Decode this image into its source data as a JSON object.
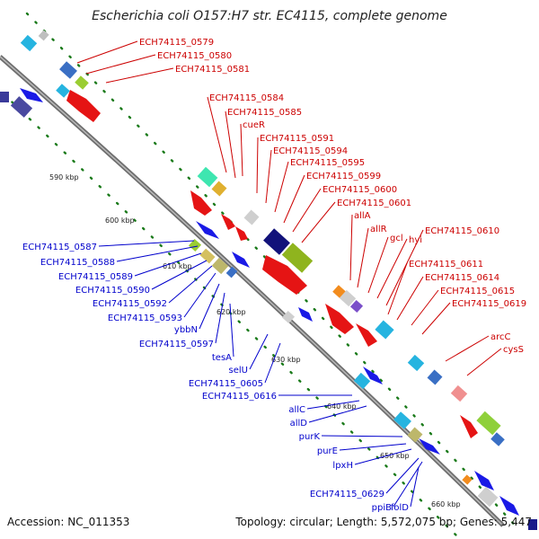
{
  "title": "Escherichia coli O157:H7 str. EC4115, complete genome",
  "footer": {
    "accession": "Accession: NC_011353",
    "topology": "Topology: circular; Length: 5,572,075 bp; Genes: 5,447"
  },
  "colors": {
    "forward_label": "#cc0000",
    "reverse_label": "#0000cc",
    "backbone": "#808080",
    "tick": "#1a7a1a"
  },
  "scale_marks": [
    "590 kbp",
    "600 kbp",
    "610 kbp",
    "620 kbp",
    "630 kbp",
    "640 kbp",
    "650 kbp",
    "660 kbp"
  ],
  "forward_genes": [
    "ECH74115_0579",
    "ECH74115_0580",
    "ECH74115_0581",
    "ECH74115_0584",
    "ECH74115_0585",
    "cueR",
    "ECH74115_0591",
    "ECH74115_0594",
    "ECH74115_0595",
    "ECH74115_0599",
    "ECH74115_0600",
    "ECH74115_0601",
    "allA",
    "allR",
    "gcl",
    "hyi",
    "ECH74115_0610",
    "ECH74115_0611",
    "ECH74115_0614",
    "ECH74115_0615",
    "ECH74115_0619",
    "arcC",
    "cysS"
  ],
  "reverse_genes": [
    "ECH74115_0587",
    "ECH74115_0588",
    "ECH74115_0589",
    "ECH74115_0590",
    "ECH74115_0592",
    "ECH74115_0593",
    "ybbN",
    "ECH74115_0597",
    "tesA",
    "selU",
    "ECH74115_0605",
    "ECH74115_0616",
    "allC",
    "allD",
    "purK",
    "purE",
    "lpxH",
    "ECH74115_0629",
    "ppiB",
    "folD"
  ]
}
